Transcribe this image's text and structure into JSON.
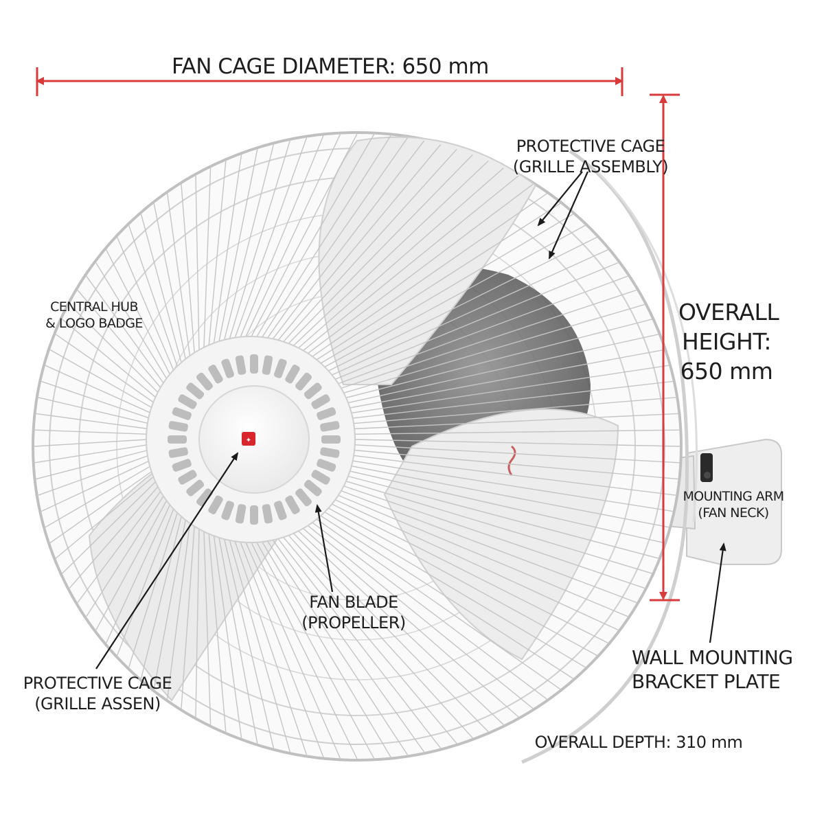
{
  "dimensions": {
    "cage_diameter": "FAN CAGE DIAMETER: 650 mm",
    "height_line1": "OVERALL",
    "height_line2": "HEIGHT:",
    "height_line3": "650 mm",
    "depth": "OVERALL DEPTH: 310 mm"
  },
  "callouts": {
    "cage_top_line1": "PROTECTIVE CAGE",
    "cage_top_line2": "(GRILLE ASSEMBLY)",
    "hub_line1": "CENTRAL HUB",
    "hub_line2": "& LOGO BADGE",
    "blade_line1": "FAN BLADE",
    "blade_line2": "(PROPELLER)",
    "cage_bottom_line1": "PROTECTIVE CAGE",
    "cage_bottom_line2": "(GRILLE ASSEN)",
    "arm_line1": "MOUNTING ARM",
    "arm_line2": "(FAN NECK)",
    "bracket_line1": "WALL MOUNTING",
    "bracket_line2": "BRACKET PLATE"
  },
  "colors": {
    "dimension_red": "#d93a3a",
    "leader_black": "#1a1a1a",
    "fan_white": "#f3f3f3",
    "grille": "#bdbdbd",
    "motor_dark": "#5a5a5a",
    "badge_red": "#d9262c"
  },
  "icons": {
    "logo_badge": "brand-logo-badge"
  }
}
